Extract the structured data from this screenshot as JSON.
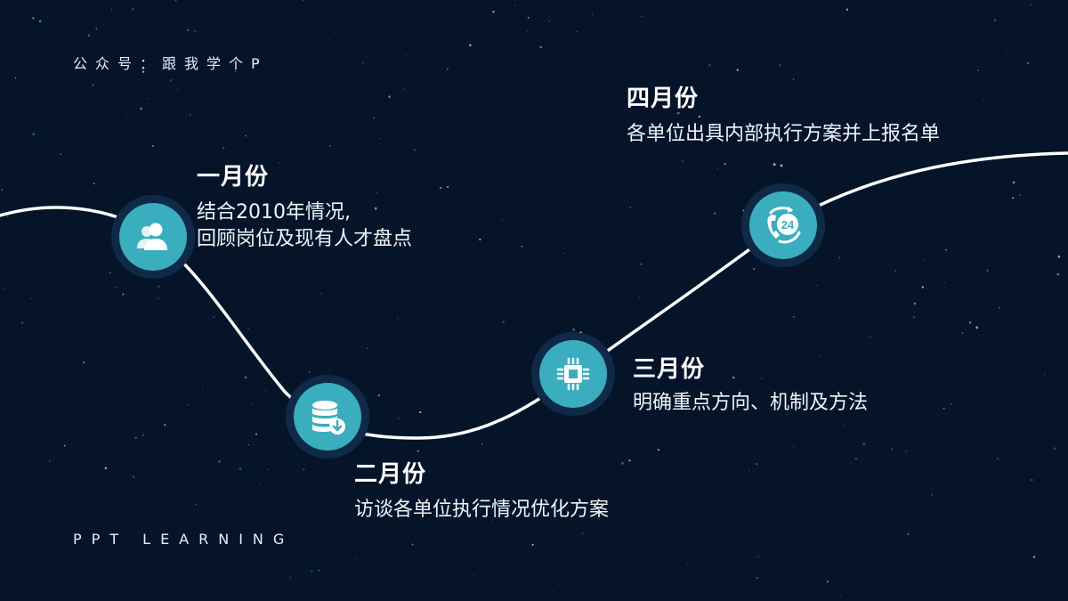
{
  "header": {
    "brand": "公众号：跟我学个P"
  },
  "footer": {
    "tagline": "PPT LEARNING"
  },
  "colors": {
    "background": "#06142a",
    "accent": "#3aaebf",
    "halo": "#0f2a47",
    "line": "#ffffff"
  },
  "timeline": [
    {
      "month": "一月份",
      "desc_line1": "结合2010年情况,",
      "desc_line2": "回顾岗位及现有人才盘点",
      "icon": "users-icon"
    },
    {
      "month": "二月份",
      "desc_line1": "访谈各单位执行情况优化方案",
      "icon": "database-download-icon"
    },
    {
      "month": "三月份",
      "desc_line1": "明确重点方向、机制及方法",
      "icon": "chip-icon"
    },
    {
      "month": "四月份",
      "desc_line1": "各单位出具内部执行方案并上报名单",
      "icon": "phone-24h-icon"
    }
  ]
}
